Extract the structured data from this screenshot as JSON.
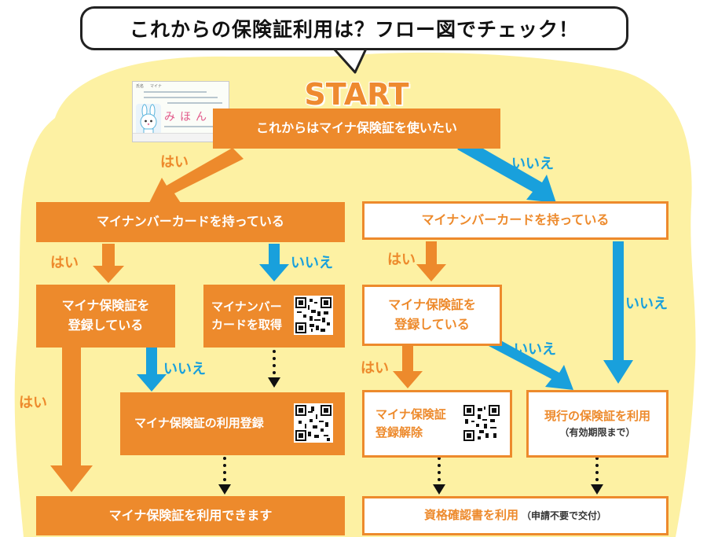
{
  "title": "これからの保険証利用は？フロー図でチェック！",
  "start": "START",
  "colors": {
    "orange": "#ed8a2c",
    "blue": "#19a0dc",
    "cream": "#fdf1a3"
  },
  "card": {
    "header": "氏名",
    "name_small": "マイナ",
    "name_large": "みほん",
    "mascot": "mynaporn-icon"
  },
  "nodes": {
    "n1": "これからはマイナ保険証を使いたい",
    "left_card": "マイナンバーカードを持っている",
    "right_card": "マイナンバーカードを持っている",
    "left_reg_line1": "マイナ保険証を",
    "left_reg_line2": "登録している",
    "get_card_line1": "マイナンバー",
    "get_card_line2": "カードを取得",
    "use_reg": "マイナ保険証の利用登録",
    "right_reg_line1": "マイナ保険証を",
    "right_reg_line2": "登録している",
    "cancel_line1": "マイナ保険証",
    "cancel_line2": "登録解除",
    "current_line1": "現行の保険証を利用",
    "current_line2": "（有効期限まで）",
    "final_left": "マイナ保険証を利用できます",
    "final_right_main": "資格確認書を利用",
    "final_right_note": "（申請不要で交付）"
  },
  "labels": {
    "yes": "はい",
    "no": "いいえ"
  }
}
